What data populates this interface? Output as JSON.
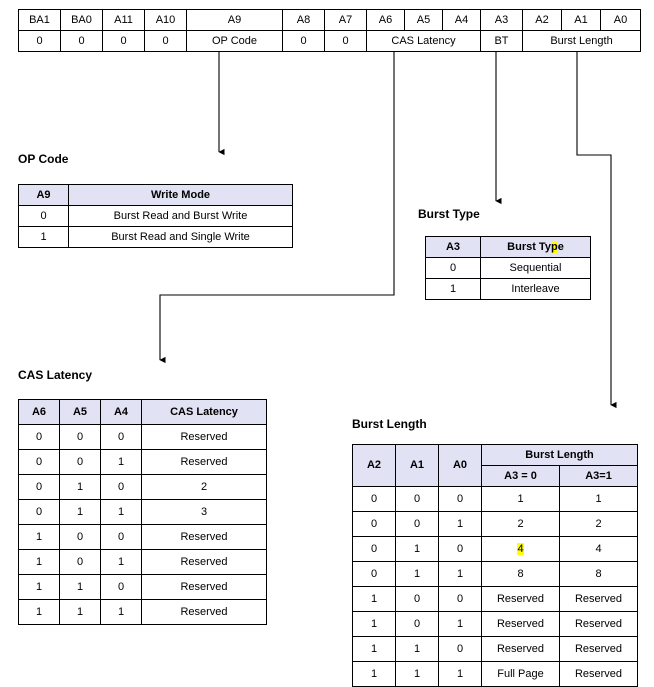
{
  "mode_register": {
    "name": "mode-register-bit-map",
    "bit_labels": [
      "BA1",
      "BA0",
      "A11",
      "A10",
      "A9",
      "A8",
      "A7",
      "A6",
      "A5",
      "A4",
      "A3",
      "A2",
      "A1",
      "A0"
    ],
    "fields": [
      {
        "text": "0",
        "span": 1
      },
      {
        "text": "0",
        "span": 1
      },
      {
        "text": "0",
        "span": 1
      },
      {
        "text": "0",
        "span": 1
      },
      {
        "text": "OP Code",
        "span": 1
      },
      {
        "text": "0",
        "span": 1
      },
      {
        "text": "0",
        "span": 1
      },
      {
        "text": "CAS Latency",
        "span": 3
      },
      {
        "text": "BT",
        "span": 1
      },
      {
        "text": "Burst Length",
        "span": 3
      }
    ]
  },
  "opcode": {
    "caption": "OP Code",
    "headers": [
      "A9",
      "Write Mode"
    ],
    "rows": [
      [
        "0",
        "Burst Read and Burst Write"
      ],
      [
        "1",
        "Burst Read and Single Write"
      ]
    ]
  },
  "burst_type": {
    "caption": "Burst Type",
    "headers": [
      "A3",
      "Burst Type"
    ],
    "header_highlight": {
      "before": "Burst Ty",
      "highlighted": "p",
      "after": "e"
    },
    "rows": [
      [
        "0",
        "Sequential"
      ],
      [
        "1",
        "Interleave"
      ]
    ]
  },
  "cas_latency": {
    "caption": "CAS Latency",
    "headers": [
      "A6",
      "A5",
      "A4",
      "CAS Latency"
    ],
    "rows": [
      [
        "0",
        "0",
        "0",
        "Reserved"
      ],
      [
        "0",
        "0",
        "1",
        "Reserved"
      ],
      [
        "0",
        "1",
        "0",
        "2"
      ],
      [
        "0",
        "1",
        "1",
        "3"
      ],
      [
        "1",
        "0",
        "0",
        "Reserved"
      ],
      [
        "1",
        "0",
        "1",
        "Reserved"
      ],
      [
        "1",
        "1",
        "0",
        "Reserved"
      ],
      [
        "1",
        "1",
        "1",
        "Reserved"
      ]
    ]
  },
  "burst_length": {
    "caption": "Burst Length",
    "bit_headers": [
      "A2",
      "A1",
      "A0"
    ],
    "group_header": "Burst Length",
    "sub_headers": [
      "A3 = 0",
      "A3=1"
    ],
    "highlighted_cell": {
      "row": 2,
      "column": "A3 = 0",
      "value": "4"
    },
    "rows": [
      [
        "0",
        "0",
        "0",
        "1",
        "1"
      ],
      [
        "0",
        "0",
        "1",
        "2",
        "2"
      ],
      [
        "0",
        "1",
        "0",
        "4",
        "4"
      ],
      [
        "0",
        "1",
        "1",
        "8",
        "8"
      ],
      [
        "1",
        "0",
        "0",
        "Reserved",
        "Reserved"
      ],
      [
        "1",
        "0",
        "1",
        "Reserved",
        "Reserved"
      ],
      [
        "1",
        "1",
        "0",
        "Reserved",
        "Reserved"
      ],
      [
        "1",
        "1",
        "1",
        "Full Page",
        "Reserved"
      ]
    ]
  },
  "colors": {
    "header_fill": "#e2e2f5",
    "border": "#000000",
    "highlight": "#ffff00",
    "background": "#ffffff"
  },
  "connectors": [
    {
      "name": "opcode-connector",
      "from_field": "OP Code",
      "to_table": "opcode"
    },
    {
      "name": "cas-latency-connector",
      "from_field": "CAS Latency",
      "to_table": "cas_latency"
    },
    {
      "name": "burst-type-connector",
      "from_field": "BT",
      "to_table": "burst_type"
    },
    {
      "name": "burst-length-connector",
      "from_field": "Burst Length",
      "to_table": "burst_length"
    }
  ]
}
